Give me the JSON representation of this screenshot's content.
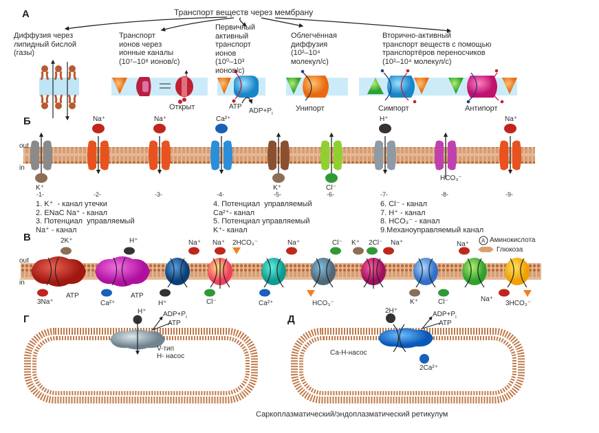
{
  "title": "Транспорт веществ через мембрану",
  "sections": {
    "A": {
      "letter": "А",
      "categories": [
        {
          "text": "Диффузия через\nлипидный бислой\n(газы)"
        },
        {
          "text": "Транспорт\nионов через\nионные каналы\n(10⁷–10⁸ ионов/с)"
        },
        {
          "text": "Первичный\nактивный\nтранспорт\nионов\n(10⁰–10³\nионов/с)"
        },
        {
          "text": "Облегчённая\nдиффузия\n(10²–10⁴\nмолекул/с)"
        },
        {
          "text": "Вторично-активный\nтранспорт веществ с помощью\nтранспортёров переносчиков\n(10²–10⁴ молекул/с)"
        }
      ],
      "labels": {
        "open": "Открыт",
        "atp": "ATP",
        "adp": "ADP+P",
        "adp_sub": "i",
        "uniport": "Унипорт",
        "symport": "Симпорт",
        "antiport": "Антипорт"
      }
    },
    "B": {
      "letter": "Б",
      "out": "out",
      "in": "in",
      "channels": [
        {
          "num": "-1-",
          "ion": "K⁺",
          "side": "in",
          "color": "#8a8a8a",
          "ion_color": "#8b6e55"
        },
        {
          "num": "-2-",
          "ion": "Na⁺",
          "side": "out",
          "color": "#e8521f",
          "ion_color": "#c0261c"
        },
        {
          "num": "-3-",
          "ion": "Na⁺",
          "side": "out",
          "color": "#e8521f",
          "ion_color": "#c0261c"
        },
        {
          "num": "-4-",
          "ion": "Ca²⁺",
          "side": "out",
          "color": "#2a8fd8",
          "ion_color": "#1a5fb8"
        },
        {
          "num": "-5-",
          "ion": "K⁺",
          "side": "in",
          "color": "#8a5030",
          "ion_color": "#8b6e55"
        },
        {
          "num": "-6-",
          "ion": "Cl⁻",
          "side": "in",
          "color": "#8fd030",
          "ion_color": "#2f9a35"
        },
        {
          "num": "-7-",
          "ion": "H⁺",
          "side": "out",
          "color": "#8e9aa5",
          "ion_color": "#333333"
        },
        {
          "num": "-8-",
          "ion": "HCO₃⁻",
          "side": "in-text",
          "color": "#c040b0",
          "ion_color": ""
        },
        {
          "num": "-9-",
          "ion": "Na⁺",
          "side": "out",
          "color": "#e8521f",
          "ion_color": "#c0261c"
        }
      ],
      "legend_col1": "1. K⁺  - канал утечки\n2. ENaC Na⁺ - канал\n3. Потенциал  управляемый\nNa⁺ - канал",
      "legend_col2": "4. Потенциал  управляемый\nCa²⁺- канал\n5. Потенциал управляемый\nK⁺- канал",
      "legend_col3": "6. Cl⁻ - канал\n7. H⁺ - канал\n8. HCO₃⁻ - канал\n9.Механоуправляемый канал"
    },
    "V": {
      "letter": "В",
      "out": "out",
      "in": "in",
      "top_labels": [
        "2K⁺",
        "H⁺",
        "Na⁺",
        "Na⁺",
        "2HCO₃⁻",
        "Na⁺",
        "Cl⁻",
        "K⁺",
        "2Cl⁻",
        "Na⁺",
        "Na⁺"
      ],
      "bottom_labels": [
        "3Na⁺",
        "ATP",
        "Ca²⁺",
        "ATP",
        "H⁺",
        "Cl⁻",
        "Ca²⁺",
        "HCO₃⁻",
        "K⁺",
        "Cl⁻",
        "Na⁺",
        "3HCO₃⁻"
      ],
      "legend": {
        "amino": "Аминокислота",
        "amino_symbol": "A",
        "glucose": "Глюкоза"
      }
    },
    "G": {
      "letter": "Г",
      "ion": "H⁺",
      "adp": "ADP+P",
      "adp_sub": "i",
      "atp": "ATP",
      "pump_label": "V-тип\nH- насос"
    },
    "D": {
      "letter": "Д",
      "ion_top": "2H⁺",
      "adp": "ADP+P",
      "adp_sub": "i",
      "atp": "ATP",
      "pump_label": "Са-Н-насос",
      "ion_bottom": "2Ca²⁺"
    },
    "footer": "Саркоплазматический/эндоплазматический ретикулум"
  }
}
